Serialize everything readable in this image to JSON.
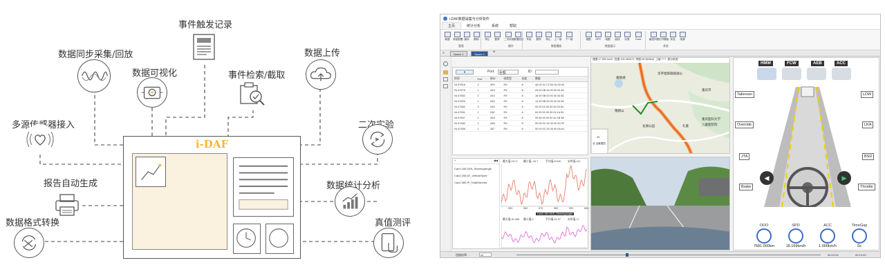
{
  "diagram": {
    "center_title": "i-DAF",
    "features": {
      "event_trigger": "事件触发记录",
      "data_sync": "数据同步采集/回放",
      "data_upload": "数据上传",
      "data_visualization": "数据可视化",
      "event_search": "事件检索/截取",
      "multi_sensor": "多源传感器接入",
      "second_experiment": "二次实验",
      "report": "报告自动生成",
      "statistics": "数据统计分析",
      "format_convert": "数据格式转换",
      "truth_eval": "真值测评"
    },
    "icons": {
      "event_trigger": "document-icon",
      "data_sync": "wave-icon",
      "data_upload": "cloud-upload-icon",
      "data_visualization": "camera-target-icon",
      "event_search": "search-check-icon",
      "multi_sensor": "sensor-heart-icon",
      "second_experiment": "cycle-icon",
      "report": "printer-icon",
      "statistics": "bar-growth-icon",
      "format_convert": "convert-icon",
      "truth_eval": "tablet-touch-icon"
    },
    "accent": "#f5b73b"
  },
  "app": {
    "window_title": "i-DAF数据采集与分析软件",
    "menu_tabs": [
      "主页",
      "统计分析",
      "系统",
      "帮助"
    ],
    "ribbon_buttons": [
      "新建",
      "添加配置",
      "保存",
      "删除",
      "停止",
      "暂停",
      "二次实验",
      "数据回放",
      "车轮",
      "暂停",
      "停止",
      "上一帧",
      "下一帧",
      "视图",
      "GPS",
      "地图",
      "曲线",
      "仪表",
      "Trace",
      "触发列表",
      "打开模板",
      "状态",
      "电源"
    ],
    "ribbon_groups": [
      "管理",
      "操作",
      "数据播放",
      "数据展示",
      "其他"
    ],
    "space_tabs": [
      "Space 1",
      "Space 2"
    ],
    "port_label": "Port:",
    "port_value": "全部",
    "id_label": "ID:",
    "table": {
      "headers": [
        "时间",
        "Port",
        "帧ID",
        "帧类型",
        "长度",
        "数据"
      ],
      "rows": [
        [
          "04.47818",
          "2",
          "3FE",
          "RX",
          "8",
          "4A 00 01 C2 00 00 00 00"
        ],
        [
          "04.47676",
          "1",
          "2A3",
          "RX",
          "8",
          "00 00 0B 44 00 00 00 8C"
        ],
        [
          "04.47652",
          "1",
          "2A3",
          "RX",
          "8",
          "16 00 0B 00 00 00 04 8C"
        ],
        [
          "04.47625",
          "1",
          "2A3",
          "RX",
          "8",
          "14 00 9B 00 00 00 04 8C"
        ],
        [
          "04.47562",
          "3",
          "2A3",
          "RX",
          "8",
          "00 00 04 00 00 00 04 8C"
        ],
        [
          "04.47531",
          "1",
          "246",
          "RX",
          "8",
          "64 00 00 00 00 04 1A 50"
        ],
        [
          "04.47507",
          "1",
          "2A9",
          "RX",
          "8",
          "00 64 00 00 00 40 1B 5E"
        ],
        [
          "04.47482",
          "1",
          "2A5",
          "RX",
          "8",
          "00 04 0C 00 00 00 00 0F"
        ],
        [
          "04.47456",
          "1",
          "287",
          "RX",
          "8",
          "00 00 0C 00 00 50 0A A1"
        ]
      ]
    },
    "signals": [
      "Can2.180.SAS_SteeringAngle",
      "Can2.208.AT_VehicleSpee",
      "Can2.380.IP_TotalOdomet"
    ],
    "chart_top": {
      "type": "line",
      "labels": {
        "max": "最大值:110.2",
        "min": "最小值:-43.7",
        "avg": "平均值:8.645",
        "now": "实时值:110"
      },
      "x_ticks": [
        "550",
        "560",
        "570",
        "580",
        "590",
        "600"
      ],
      "tooltip": "Can2.180.SAS_SteeringAngle"
    },
    "chart_bottom": {
      "labels": {
        "max": "最大值:30.468",
        "min": "最小值:0",
        "avg": "平均值:24.37",
        "now": "实时值:17"
      }
    },
    "map": {
      "speed": "速度:17.800 km/h",
      "lon": "经度:106.463472",
      "lat": "纬度:29.669649",
      "sat": "卫星:7+7",
      "status": "差分状态",
      "places": [
        "嘉陵湖",
        "华宇旭辉御璟湖山",
        "重庆市",
        "锦绣山",
        "龙湖公园",
        "重庆医科大学",
        "儿童医院院",
        "礼嘉"
      ],
      "scale": "20",
      "scale_label": "北 全景图层"
    },
    "adas": {
      "top": [
        "HMW",
        "FCW",
        "AEB",
        "ACC"
      ],
      "left": [
        "Takeover",
        "Override",
        "JTA",
        "Brake"
      ],
      "right": [
        "LDW",
        "LKA",
        "BSD",
        "Throttle"
      ],
      "gauges": [
        {
          "name": "ODO",
          "value": "7681.000km"
        },
        {
          "name": "SPD",
          "value": "18.169km/h"
        },
        {
          "name": "ACC",
          "value": "1.000km/h"
        },
        {
          "name": "TimeGap",
          "value": "0s"
        }
      ]
    },
    "status": {
      "speed_label": "回放倍率:",
      "speed_value": "x2",
      "time_start": "00:10:04",
      "time_end": "00:19:49"
    },
    "colors": {
      "accent_blue": "#2b579a",
      "map_route": "#e86a2a",
      "chart_line": "#e97d6a",
      "chart_line2": "#e06bd6"
    }
  }
}
